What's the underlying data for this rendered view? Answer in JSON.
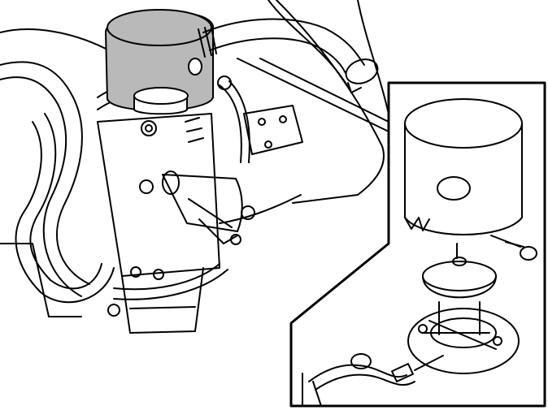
{
  "figure": {
    "kind": "technical-illustration",
    "style": "black line art on white, grey-shaded highlighted part",
    "colors": {
      "line": "#000000",
      "background": "#ffffff",
      "highlight": "#b9b9b9"
    },
    "parts": {
      "main": [
        "intake-housing",
        "hose",
        "hose-clamp",
        "idle-air-valve",
        "bracket",
        "tubes",
        "throttle-body"
      ],
      "detail": [
        "cover",
        "cover-screw",
        "air-valve-body",
        "base-plate",
        "wiring-connector"
      ]
    }
  }
}
